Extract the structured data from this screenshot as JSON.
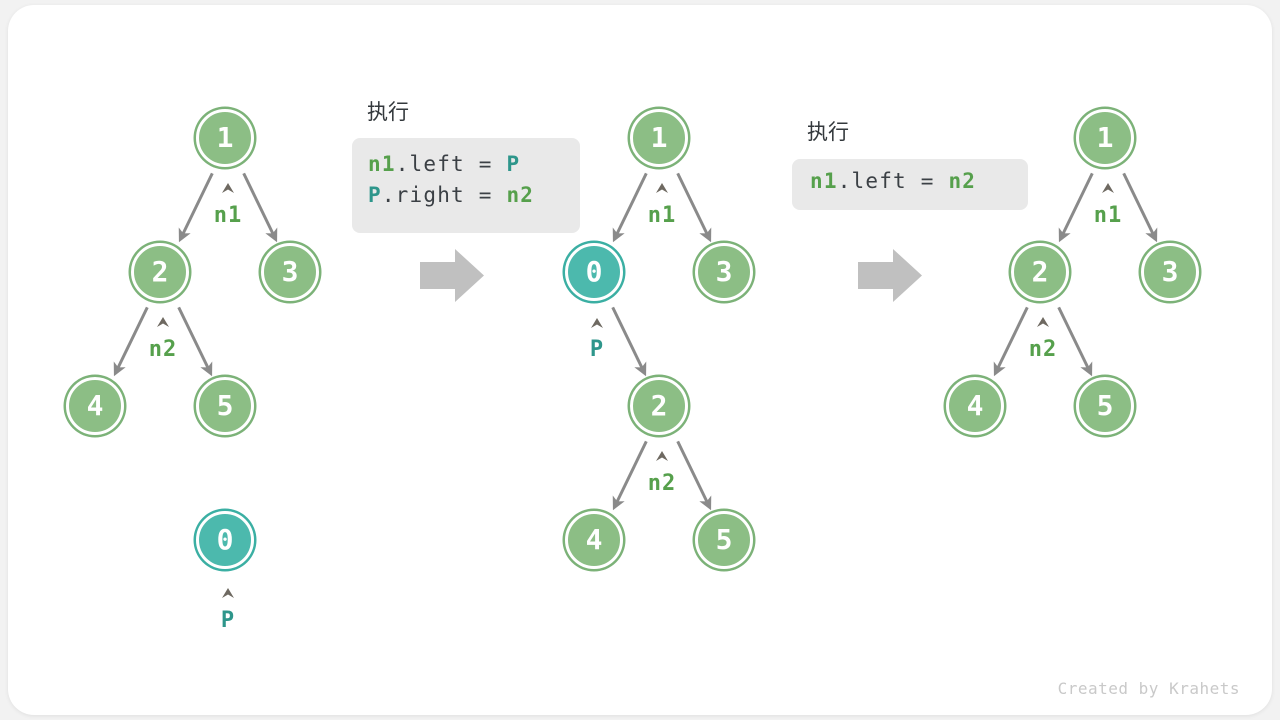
{
  "watermark": "Created by Krahets",
  "colors": {
    "node_green_fill": "#8cbe85",
    "node_green_ring": "#7cb278",
    "node_teal_fill": "#4cb9ad",
    "node_teal_ring": "#3bafa3",
    "pointer_label_green": "#56a04c",
    "pointer_label_teal": "#2e968b",
    "edge_gray": "#8a8a8a",
    "step_arrow_gray": "#c0c0c0",
    "code_box_bg": "#e9e9e9",
    "code_text": "#3b4045"
  },
  "trees": [
    {
      "name": "initial-tree",
      "nodes": [
        {
          "value": "1"
        },
        {
          "value": "2"
        },
        {
          "value": "3"
        },
        {
          "value": "4"
        },
        {
          "value": "5"
        },
        {
          "value": "0"
        }
      ],
      "pointers": [
        {
          "label": "n1"
        },
        {
          "label": "n2"
        },
        {
          "label": "P"
        }
      ]
    },
    {
      "name": "tree-after-insert",
      "nodes": [
        {
          "value": "1"
        },
        {
          "value": "0"
        },
        {
          "value": "3"
        },
        {
          "value": "2"
        },
        {
          "value": "4"
        },
        {
          "value": "5"
        }
      ],
      "pointers": [
        {
          "label": "n1"
        },
        {
          "label": "P"
        },
        {
          "label": "n2"
        }
      ]
    },
    {
      "name": "tree-after-remove",
      "nodes": [
        {
          "value": "1"
        },
        {
          "value": "2"
        },
        {
          "value": "3"
        },
        {
          "value": "4"
        },
        {
          "value": "5"
        }
      ],
      "pointers": [
        {
          "label": "n1"
        },
        {
          "label": "n2"
        }
      ]
    }
  ],
  "code_blocks": [
    {
      "title": "执行",
      "lines": [
        {
          "tokens": [
            {
              "text": "n1"
            },
            {
              "text": ".left = "
            },
            {
              "text": "P"
            }
          ]
        },
        {
          "tokens": [
            {
              "text": "P"
            },
            {
              "text": ".right = "
            },
            {
              "text": "n2"
            }
          ]
        }
      ]
    },
    {
      "title": "执行",
      "lines": [
        {
          "tokens": [
            {
              "text": "n1"
            },
            {
              "text": ".left = "
            },
            {
              "text": "n2"
            }
          ]
        }
      ]
    }
  ]
}
